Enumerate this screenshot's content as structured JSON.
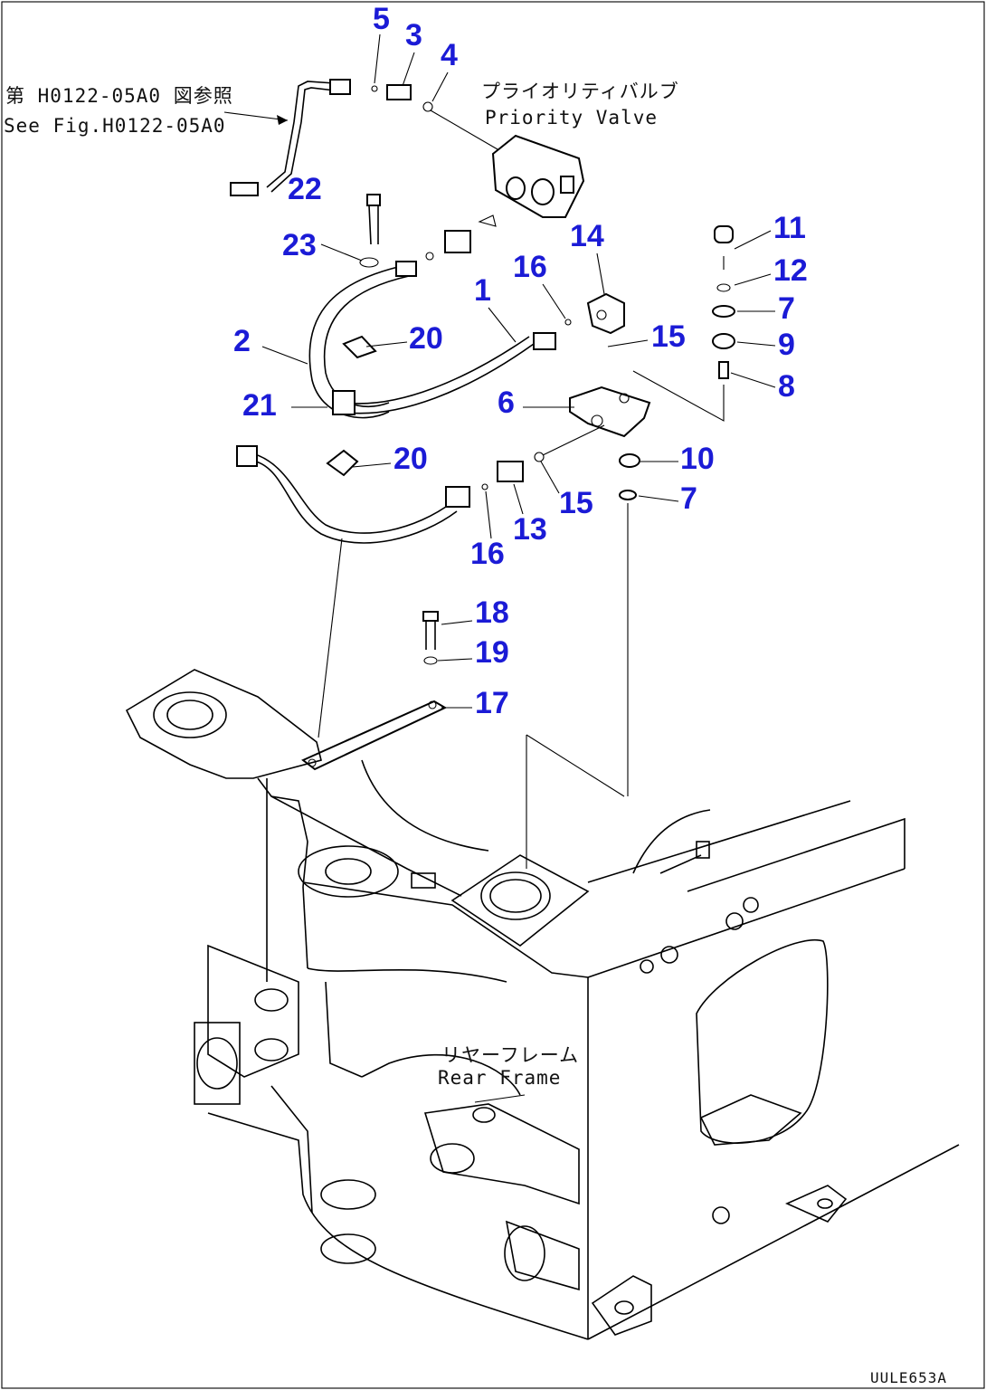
{
  "diagram": {
    "callouts": {
      "c1": "1",
      "c2": "2",
      "c3": "3",
      "c4": "4",
      "c5": "5",
      "c6": "6",
      "c7a": "7",
      "c7b": "7",
      "c8": "8",
      "c9": "9",
      "c10": "10",
      "c11": "11",
      "c12": "12",
      "c13": "13",
      "c14": "14",
      "c15a": "15",
      "c15b": "15",
      "c16a": "16",
      "c16b": "16",
      "c17": "17",
      "c18": "18",
      "c19": "19",
      "c20a": "20",
      "c20b": "20",
      "c21": "21",
      "c22": "22",
      "c23": "23"
    },
    "ref_note": {
      "jp": "第 H0122-05A0 図参照",
      "en": "See Fig.H0122-05A0"
    },
    "priority_valve": {
      "jp": "プライオリティバルブ",
      "en": "Priority Valve"
    },
    "rear_frame": {
      "jp": "リヤーフレーム",
      "en": "Rear Frame"
    },
    "drawing_code": "UULE653A"
  }
}
